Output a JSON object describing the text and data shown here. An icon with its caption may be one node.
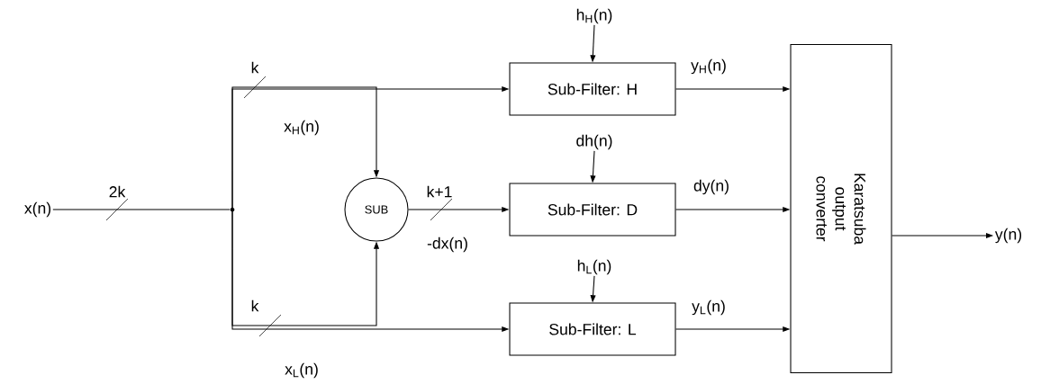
{
  "diagram": {
    "nodes": [
      {
        "text": [
          "x(n)"
        ]
      },
      {
        "text": [],
        "shape": "circle"
      },
      {
        "text": [
          "SUB"
        ]
      },
      {
        "text": [
          "Sub-Filter: H"
        ]
      },
      {
        "text": [
          "Sub-Filter: D"
        ]
      },
      {
        "text": [
          "Sub-Filter: L"
        ]
      },
      {
        "text": [
          "Karatsuba output converter"
        ]
      },
      {
        "text": [
          "y(n)"
        ]
      },
      {
        "text": [
          "h$_{H}$(n)"
        ]
      },
      {
        "text": [
          "dh(n)"
        ]
      },
      {
        "text": [
          "h$_{L}$(n)"
        ]
      }
    ],
    "edges": [
      {
        "from": 0,
        "to": 1,
        "arrow": "none",
        "label": "2k"
      },
      {
        "from": 1,
        "to": 3,
        "arrow": "to",
        "label": "k"
      },
      {
        "from": 1,
        "to": 2,
        "arrow": "to"
      },
      {
        "from": 1,
        "to": 5,
        "arrow": "to",
        "label": "k"
      },
      {
        "from": 1,
        "to": 2,
        "arrow": "to"
      },
      {
        "from": 2,
        "to": 4,
        "arrow": "to",
        "label": "k+1"
      },
      {
        "from": 8,
        "to": 3,
        "arrow": "to"
      },
      {
        "from": 9,
        "to": 4,
        "arrow": "to"
      },
      {
        "from": 10,
        "to": 5,
        "arrow": "to"
      },
      {
        "from": 3,
        "to": 6,
        "arrow": "to",
        "label": "y$_{H}$(n)"
      },
      {
        "from": 4,
        "to": 6,
        "arrow": "to",
        "label": "dy(n)"
      },
      {
        "from": 5,
        "to": 6,
        "arrow": "to",
        "label": "y$_{L}$(n)"
      },
      {
        "from": 6,
        "to": 7,
        "arrow": "to"
      }
    ],
    "labels": [
      "x$_{H}$(n)",
      "-dx(n)",
      "x$_{L}$(n)"
    ]
  }
}
